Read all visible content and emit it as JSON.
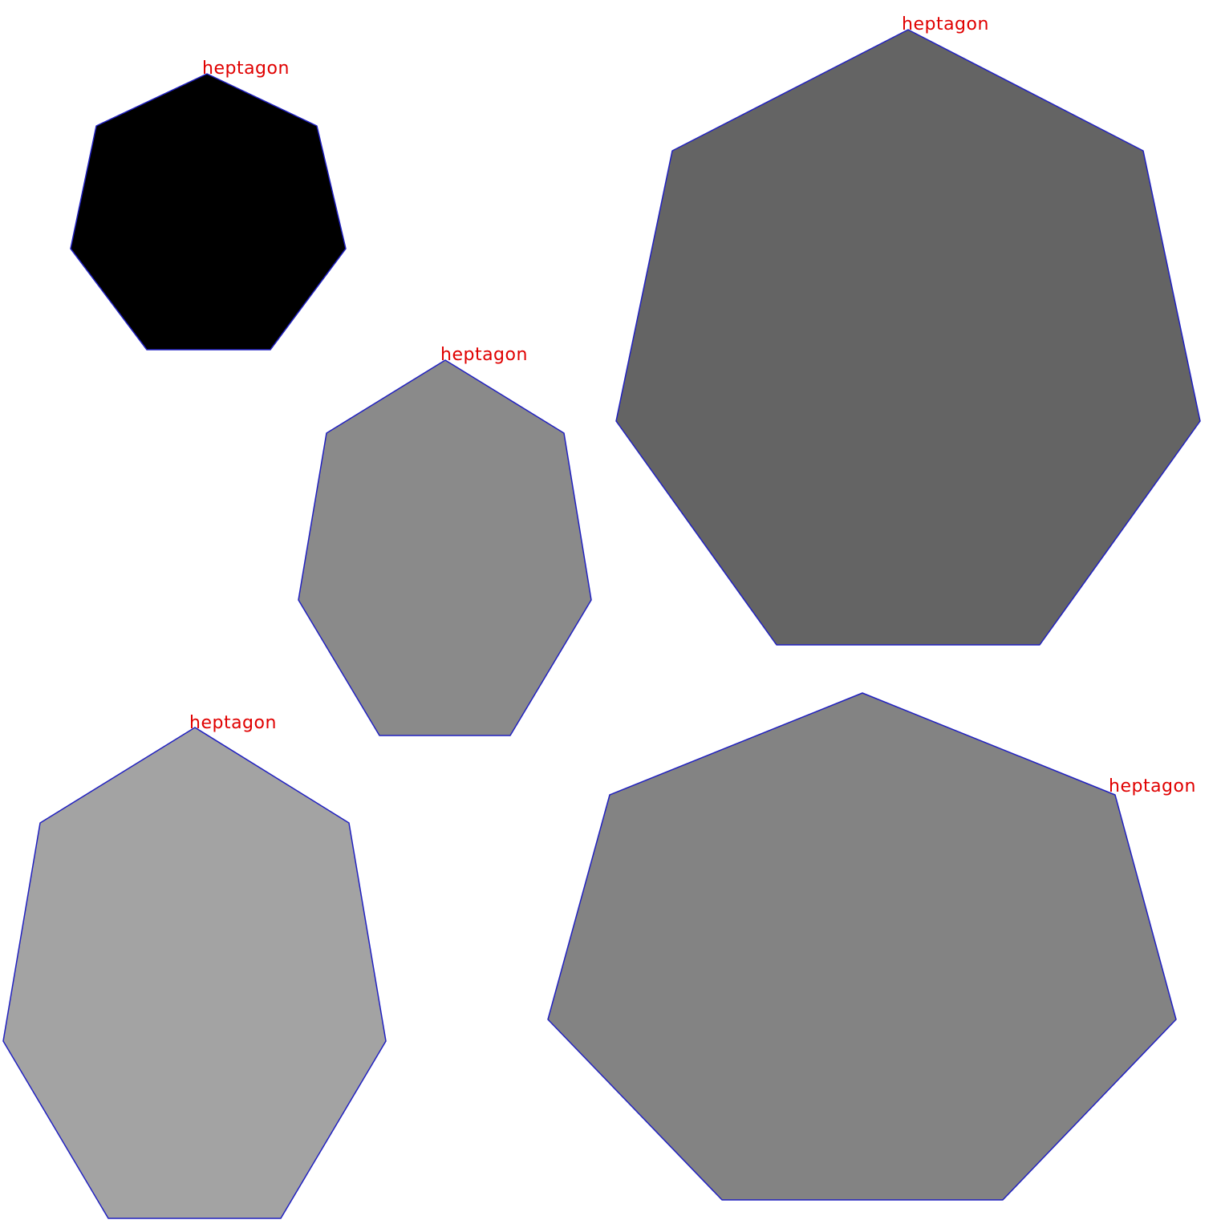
{
  "colors": {
    "background": "#ffffff",
    "label": "#e00000",
    "outline": "#2020c0"
  },
  "shapes": [
    {
      "label": "heptagon",
      "fill": "#000000"
    },
    {
      "label": "heptagon",
      "fill": "#646464"
    },
    {
      "label": "heptagon",
      "fill": "#8a8a8a"
    },
    {
      "label": "heptagon",
      "fill": "#a3a3a3"
    },
    {
      "label": "heptagon",
      "fill": "#838383"
    }
  ]
}
